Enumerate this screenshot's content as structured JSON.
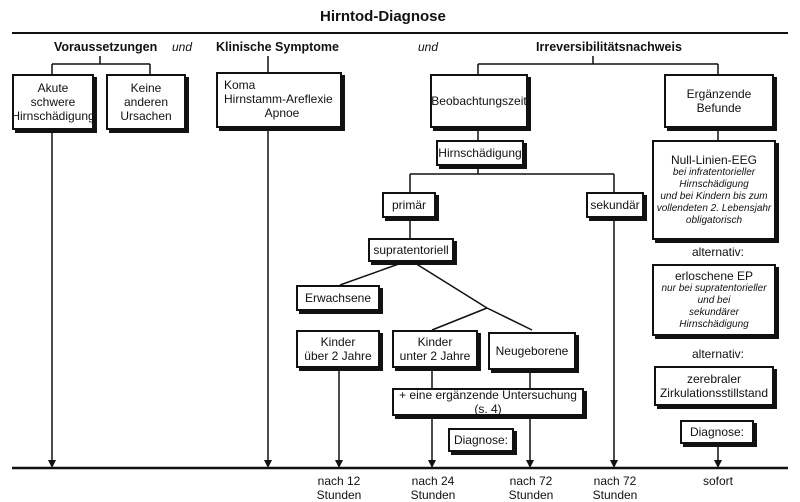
{
  "title": "Hirntod-Diagnose",
  "headers": {
    "voraussetzungen": "Voraussetzungen",
    "und1": "und",
    "klinische": "Klinische Symptome",
    "und2": "und",
    "irreversibilitaet": "Irreversibilitätsnachweis"
  },
  "boxes": {
    "akute": [
      "Akute schwere",
      "Hirnschädigung"
    ],
    "keine": [
      "Keine anderen",
      "Ursachen"
    ],
    "symptome": [
      "Koma",
      "Hirnstamm-Areflexie",
      "Apnoe"
    ],
    "beobachtung": "Beobachtungszeit",
    "ergaenzende": "Ergänzende Befunde",
    "hirnschaedigung": "Hirnschädigung",
    "primaer": "primär",
    "sekundaer": "sekundär",
    "supratentoriell": "supratentoriell",
    "erwachsene": "Erwachsene",
    "kinder_ueber": [
      "Kinder",
      "über 2 Jahre"
    ],
    "kinder_unter": [
      "Kinder",
      "unter 2 Jahre"
    ],
    "neugeborene": "Neugeborene",
    "untersuchung": "+ eine ergänzende Untersuchung (s. 4)",
    "diagnose1": "Diagnose:",
    "diagnose2": "Diagnose:",
    "eeg_title": "Null-Linien-EEG",
    "eeg_notes": [
      "bei infratentorieller",
      "Hirnschädigung",
      "und bei Kindern bis zum",
      "vollendeten 2. Lebensjahr",
      "obligatorisch"
    ],
    "ep_title": "erloschene EP",
    "ep_notes": [
      "nur bei supratentorieller",
      "und bei",
      "sekundärer Hirnschädigung"
    ],
    "zerebral": [
      "zerebraler",
      "Zirkulationsstillstand"
    ]
  },
  "alternativ": [
    "alternativ:",
    "alternativ:"
  ],
  "times": [
    "nach 12 Stunden",
    "nach 24 Stunden",
    "nach 72 Stunden",
    "nach 72 Stunden",
    "sofort"
  ]
}
